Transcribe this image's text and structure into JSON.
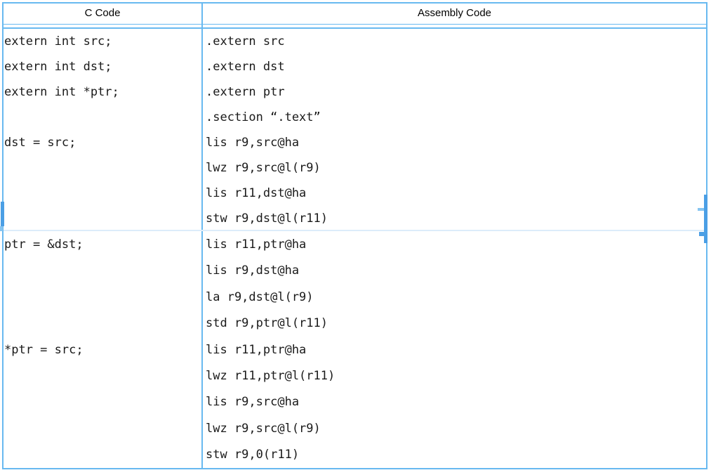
{
  "colors": {
    "border_blue": "#68b9f0",
    "dark_blue": "#4b9fe5",
    "tick_blue": "#86c5f1",
    "faint_row_divider": "#dcecfa",
    "text": "#1a1a1a",
    "header_text": "#000000"
  },
  "table": {
    "headers": {
      "c": "C Code",
      "asm": "Assembly Code"
    },
    "rows": [
      {
        "c_lines": [
          "extern int src;",
          "extern int dst;",
          "extern int *ptr;",
          "",
          "dst = src;",
          "",
          "",
          ""
        ],
        "asm_lines": [
          ".extern src",
          ".extern dst",
          ".extern ptr",
          ".section “.text”",
          "lis r9,src@ha",
          "lwz r9,src@l(r9)",
          "lis r11,dst@ha",
          "stw r9,dst@l(r11)"
        ]
      },
      {
        "c_lines": [
          "ptr = &dst;",
          "",
          "",
          "",
          "*ptr = src;",
          "",
          "",
          "",
          ""
        ],
        "asm_lines": [
          "lis r11,ptr@ha",
          "lis r9,dst@ha",
          "la r9,dst@l(r9)",
          "std r9,ptr@l(r11)",
          "lis r11,ptr@ha",
          "lwz r11,ptr@l(r11)",
          "lis r9,src@ha",
          "lwz r9,src@l(r9)",
          "stw r9,0(r11)"
        ]
      }
    ]
  }
}
